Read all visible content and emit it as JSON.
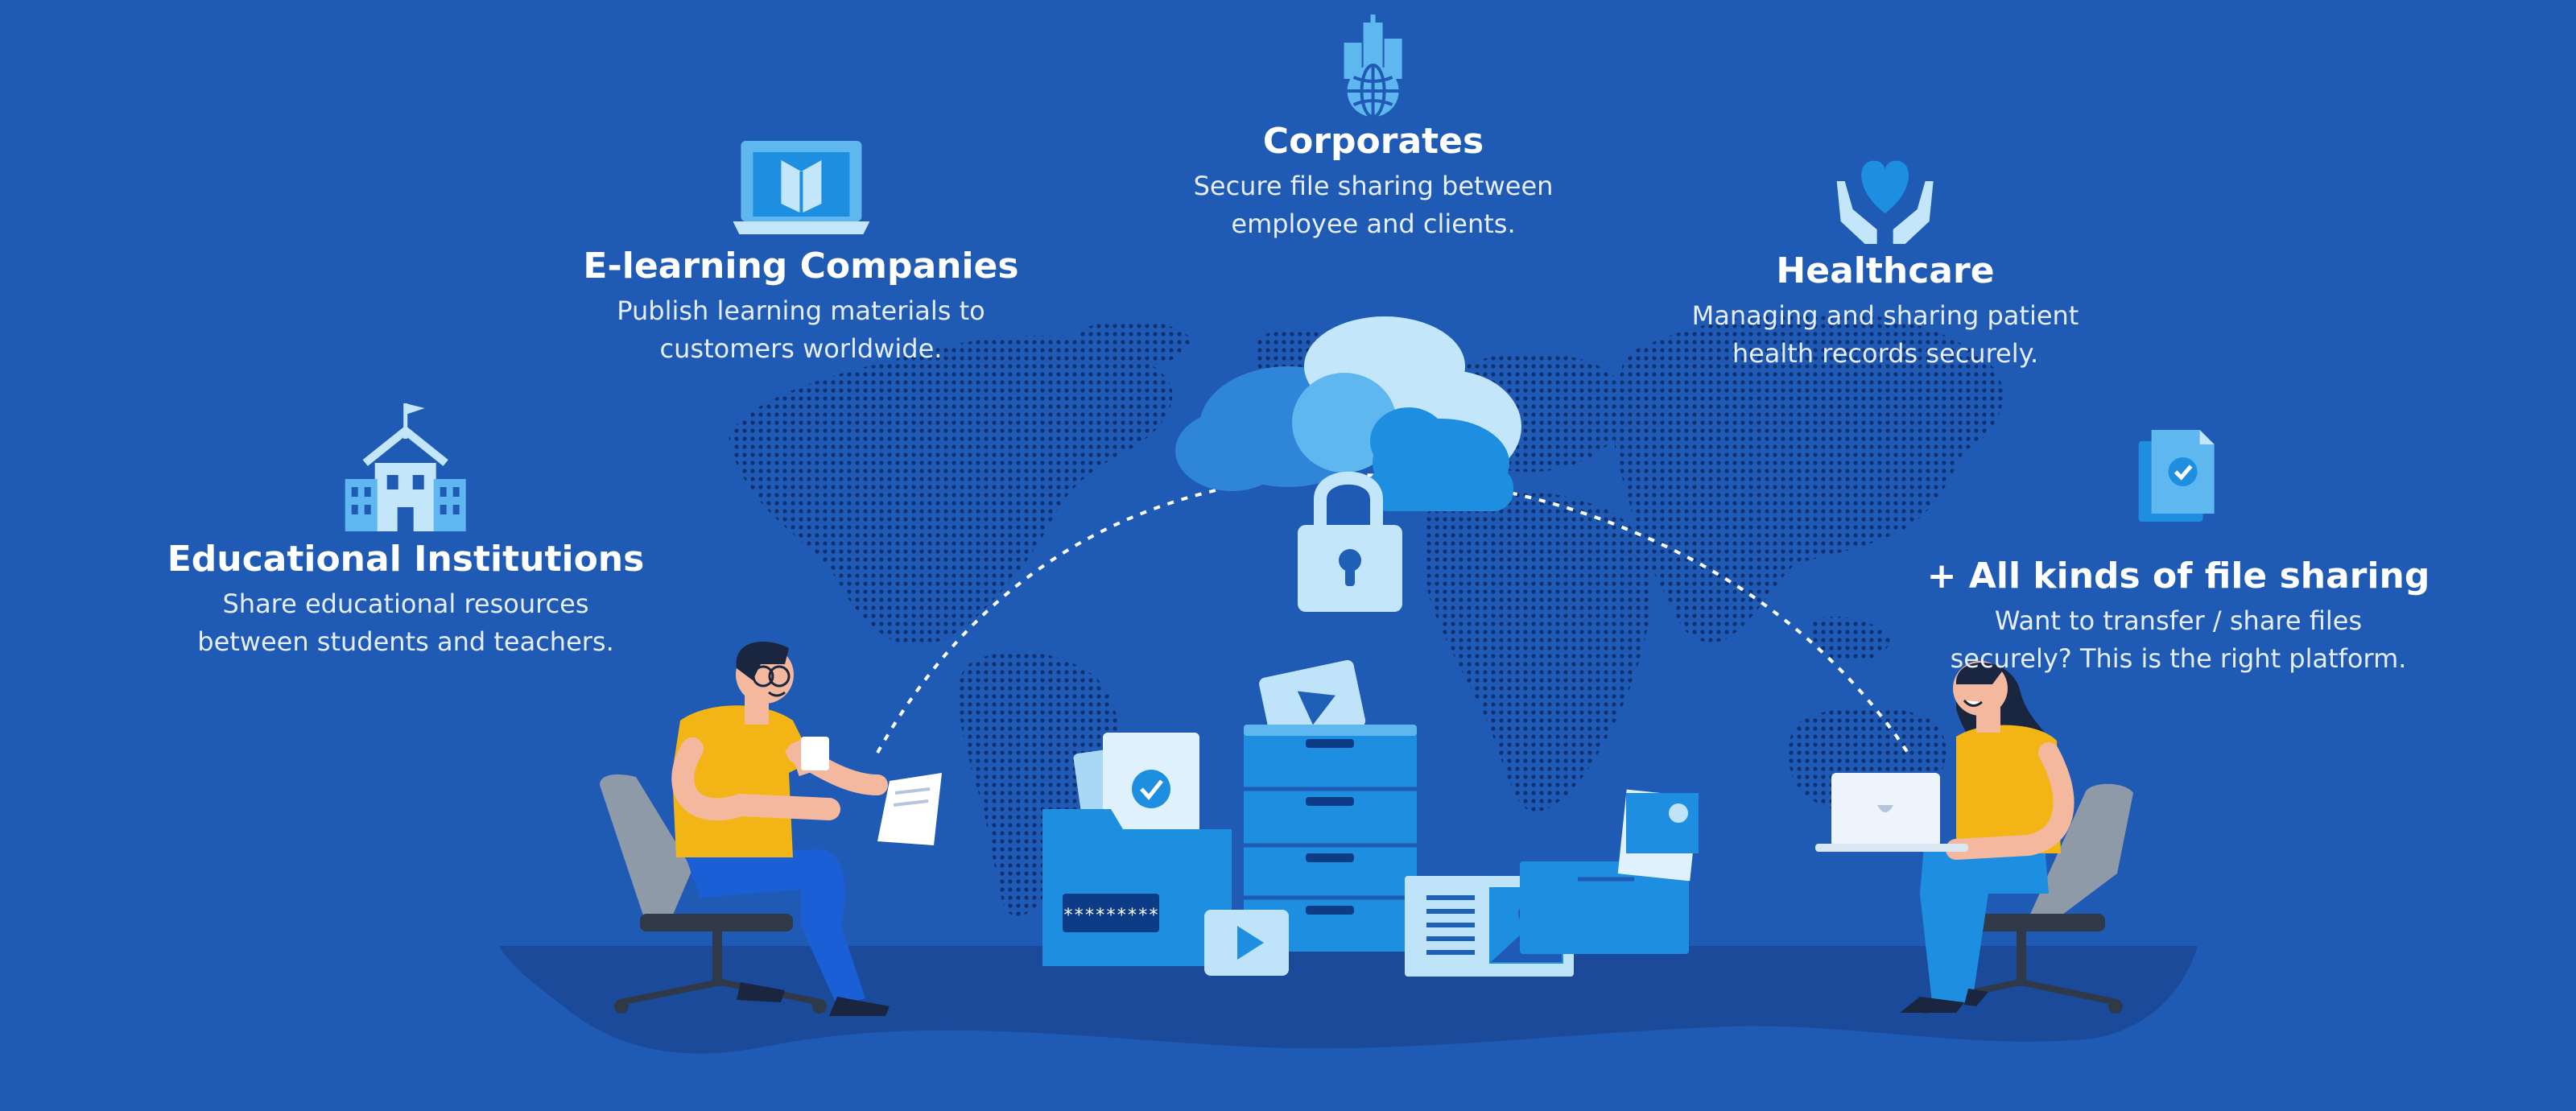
{
  "colors": {
    "background": "#1f5ab5",
    "ground": "#1a4a99",
    "map_dots": "#0f2f6d",
    "light_blue": "#5fb0ec",
    "accent_blue": "#1e8ee0",
    "pale_blue": "#bfe4fa",
    "shirt_yellow": "#f2b515",
    "pants_blue": "#1b5fd6",
    "chair_grey": "#8e9aa8",
    "skin": "#f4b89e",
    "hair": "#1a2540"
  },
  "features": {
    "corporates": {
      "icon": "city-globe-icon",
      "title": "Corporates",
      "lines": [
        "Secure file sharing between",
        "employee and clients."
      ]
    },
    "elearning": {
      "icon": "laptop-book-icon",
      "title": "E-learning Companies",
      "lines": [
        "Publish learning materials to",
        "customers worldwide."
      ]
    },
    "healthcare": {
      "icon": "heart-hands-icon",
      "title": "Healthcare",
      "lines": [
        "Managing and sharing patient",
        "health records securely."
      ]
    },
    "education": {
      "icon": "school-building-icon",
      "title": "Educational Institutions",
      "lines": [
        "Share educational resources",
        "between students and teachers."
      ]
    },
    "file_sharing": {
      "icon": "verified-document-icon",
      "title": "+ All kinds of file sharing",
      "lines": [
        "Want to transfer / share files",
        "securely? This is the right platform."
      ]
    }
  },
  "illustration": {
    "password_mask": "*********"
  }
}
